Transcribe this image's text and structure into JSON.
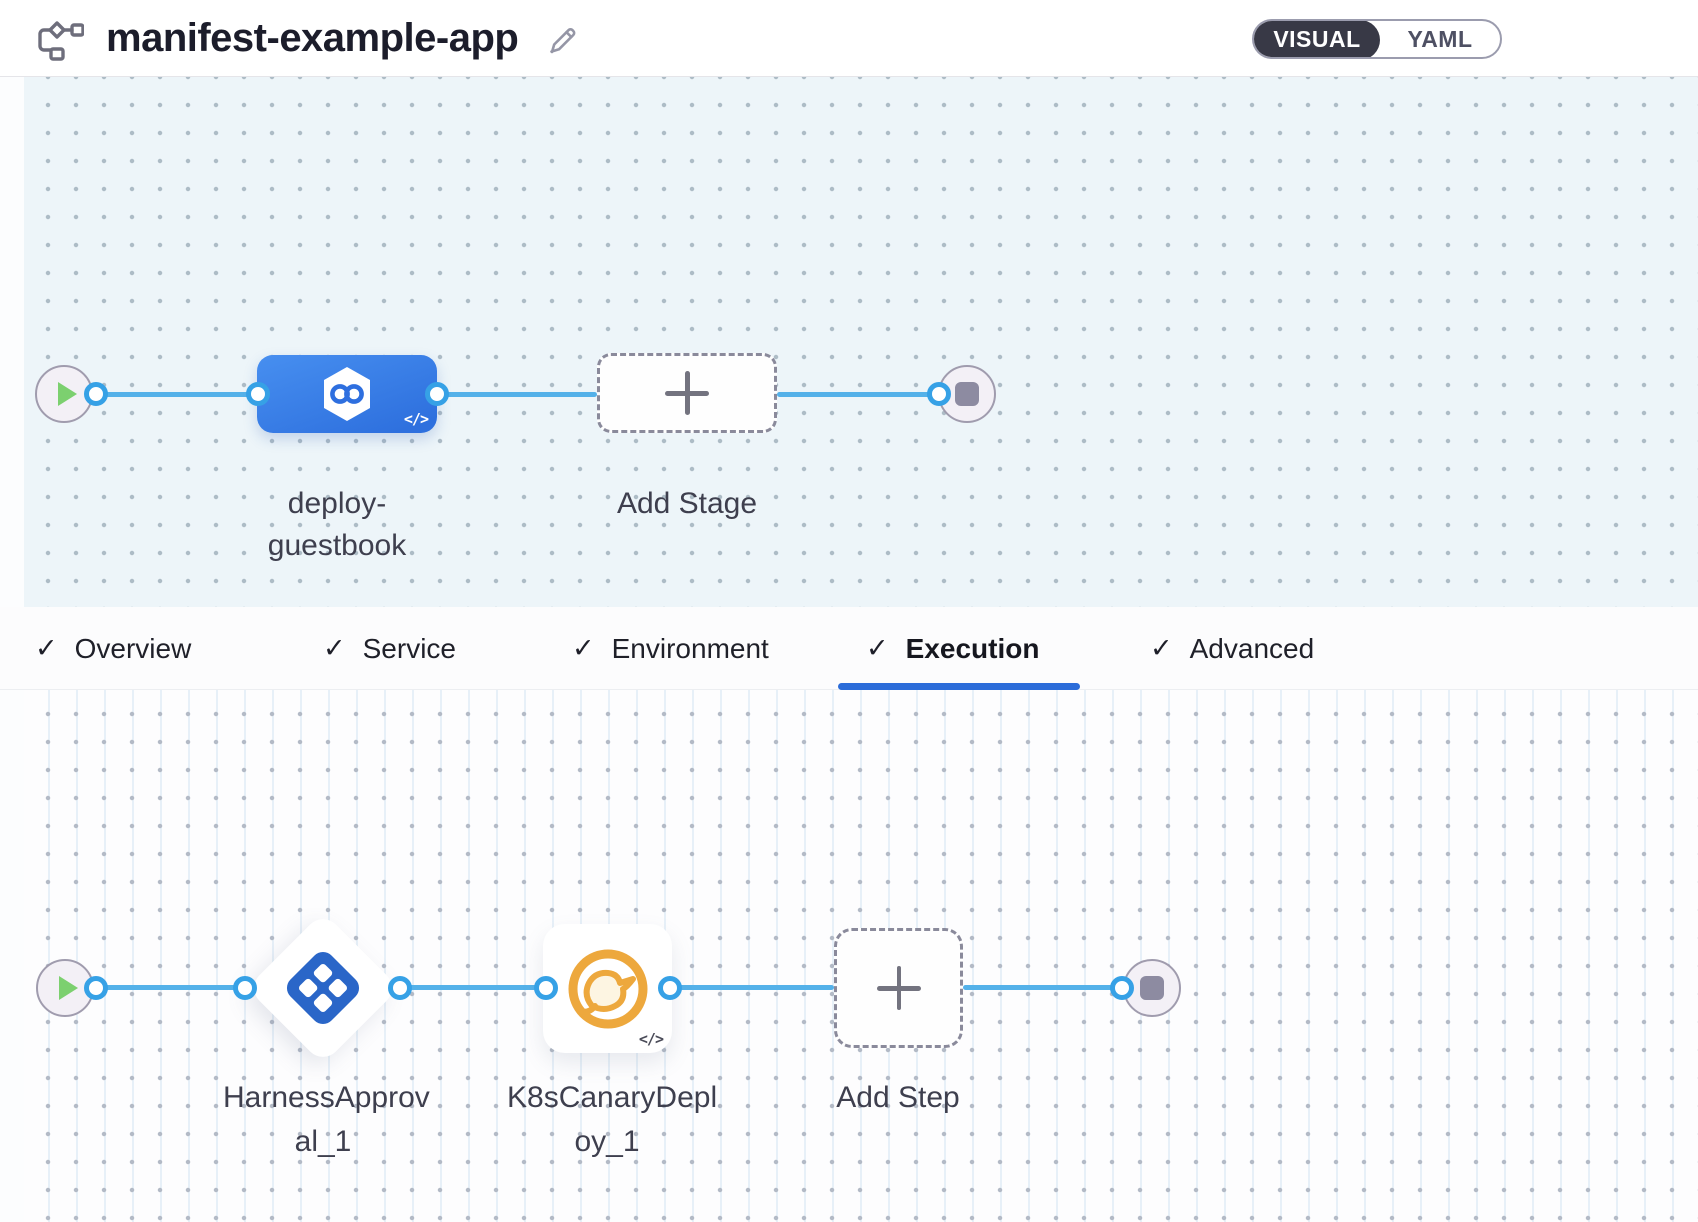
{
  "header": {
    "title": "manifest-example-app",
    "view_toggle": {
      "visual_label": "VISUAL",
      "yaml_label": "YAML",
      "active": "VISUAL"
    }
  },
  "tabs": {
    "check_glyph": "✓",
    "items": [
      {
        "label": "Overview",
        "checked": true,
        "active": false
      },
      {
        "label": "Service",
        "checked": true,
        "active": false
      },
      {
        "label": "Environment",
        "checked": true,
        "active": false
      },
      {
        "label": "Execution",
        "checked": true,
        "active": true
      },
      {
        "label": "Advanced",
        "checked": true,
        "active": false
      }
    ]
  },
  "stage_canvas": {
    "stage_node": {
      "name": "deploy-guestbook",
      "label_line1": "deploy-",
      "label_line2": "guestbook",
      "code_badge": "</>"
    },
    "add_stage": {
      "label": "Add Stage"
    }
  },
  "execution_canvas": {
    "approval_step": {
      "name": "HarnessApproval_1",
      "label_line1": "HarnessApprov",
      "label_line2": "al_1"
    },
    "canary_step": {
      "name": "K8sCanaryDeploy_1",
      "label_line1": "K8sCanaryDepl",
      "label_line2": "oy_1",
      "code_badge": "</>"
    },
    "add_step": {
      "label": "Add Step"
    }
  },
  "icons": [
    "pipeline-icon",
    "pencil-icon",
    "play-icon",
    "stop-icon",
    "plus-icon",
    "deployment-hexagon-infinity-icon",
    "approval-diamond-icon",
    "canary-bird-icon",
    "code-badge-icon",
    "check-icon"
  ],
  "colors": {
    "tab_underline_blue": "#2b6cd9",
    "connector_blue": "#54b1e9",
    "stage_node_blue": "#3b80e6",
    "approval_blue": "#2a66c8",
    "canary_orange": "#eda83d",
    "play_green": "#7cd06f",
    "toggle_dark": "#383946",
    "canvas_top_bg": "#edf5f9",
    "canvas_bottom_bg": "#fdfdfe",
    "label_text": "#3e3f4e"
  }
}
